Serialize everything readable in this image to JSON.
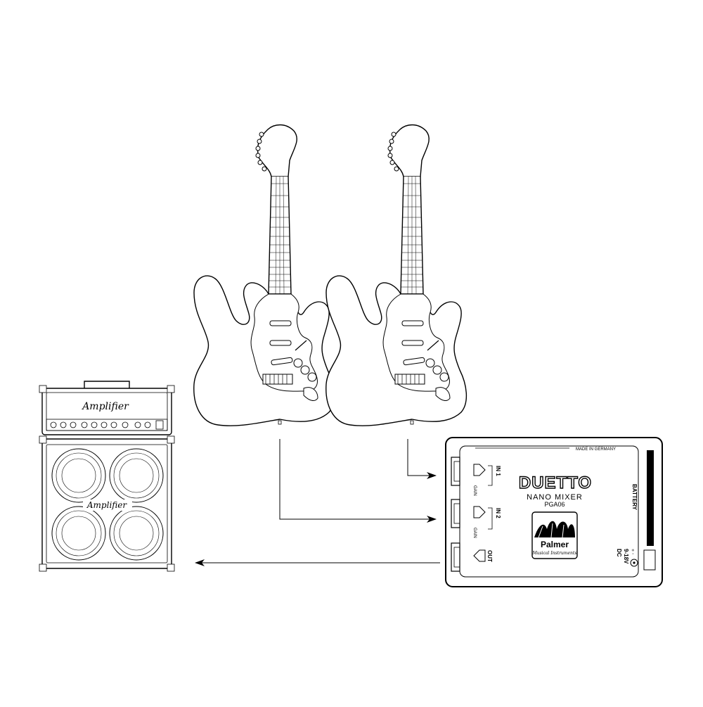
{
  "amplifier": {
    "head_logo": "Amplifier",
    "cab_logo": "Amplifier"
  },
  "mixer": {
    "made_in": "MADE IN GERMANY",
    "name": "DUETTO",
    "subtitle": "NANO MIXER",
    "model": "PGA06",
    "brand": "Palmer",
    "brand_sub": "Musical Instruments",
    "in1_label": "IN 1",
    "in2_label": "IN 2",
    "out_label": "OUT",
    "gain1_label": "GAIN",
    "gain2_label": "GAIN",
    "battery_label": "BATTERY",
    "power_label_1": "9-18V",
    "power_label_2": "DC",
    "polarity": "+ -"
  },
  "colors": {
    "line": "#000000",
    "background": "#ffffff"
  }
}
